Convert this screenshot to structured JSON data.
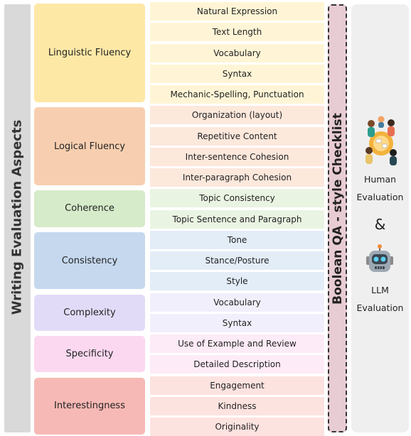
{
  "title": "Writing Evaluation Aspects",
  "checklist_label": "Boolean QA - style Checklist",
  "categories": [
    {
      "label": "Linguistic Fluency",
      "color": "#fde8a6",
      "items": [
        "Natural Expression",
        "Text Length",
        "Vocabulary",
        "Syntax",
        "Mechanic-Spelling, Punctuation"
      ]
    },
    {
      "label": "Logical Fluency",
      "color": "#f7cfb0",
      "items": [
        "Organization (layout)",
        "Repetitive Content",
        "Inter-sentence Cohesion",
        "Inter-paragraph Cohesion"
      ]
    },
    {
      "label": "Coherence",
      "color": "#d6ebc9",
      "items": [
        "Topic Consistency",
        "Topic Sentence and Paragraph"
      ]
    },
    {
      "label": "Consistency",
      "color": "#c5d8ee",
      "items": [
        "Tone",
        "Stance/Posture",
        "Style"
      ]
    },
    {
      "label": "Complexity",
      "color": "#e2dbf8",
      "items": [
        "Vocabulary",
        "Syntax"
      ]
    },
    {
      "label": "Specificity",
      "color": "#fbd8f0",
      "items": [
        "Use of Example and Review",
        "Detailed Description"
      ]
    },
    {
      "label": "Interestingness",
      "color": "#f7b9b5",
      "items": [
        "Engagement",
        "Kindness",
        "Originality"
      ]
    }
  ],
  "item_colors": [
    "#fff5d6",
    "#fde8dc",
    "#eaf4e2",
    "#e3edf8",
    "#f2effc",
    "#fdebf7",
    "#fde3e0"
  ],
  "evaluation": {
    "human_line1": "Human",
    "human_line2": "Evaluation",
    "connector": "&",
    "llm_line1": "LLM",
    "llm_line2": "Evaluation"
  }
}
